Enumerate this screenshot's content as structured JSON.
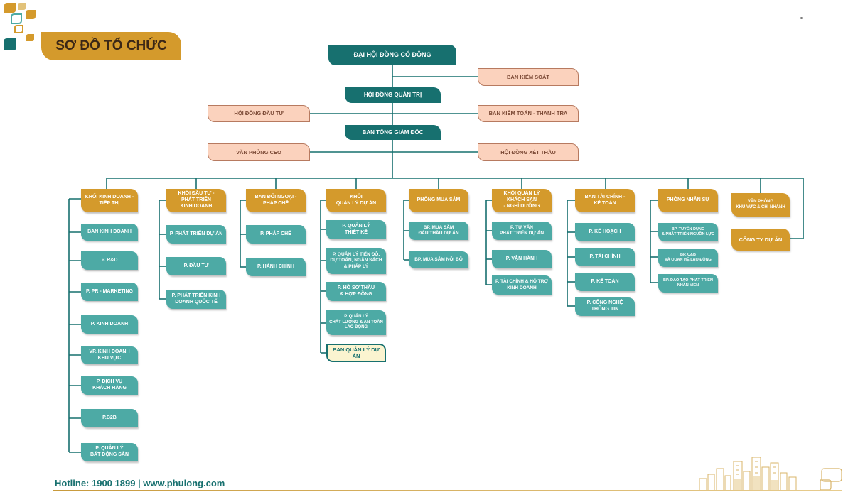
{
  "title": "SƠ ĐỒ TỔ CHỨC",
  "footer": "Hotline: 1900 1899 | www.phulong.com",
  "colors": {
    "dark_teal": "#17706f",
    "teal": "#4daaa5",
    "gold": "#d49a2c",
    "peach": "#fbd2bd",
    "cream": "#fbf4d0"
  },
  "icons": {
    "logo": "leaf-squares-logo",
    "skyline": "city-skyline-icon",
    "corner": "leaf-outline-icon"
  },
  "top": {
    "shareholders": "ĐẠI HỘI ĐỒNG CỔ ĐÔNG",
    "supervisory": "BAN KIỂM SOÁT",
    "board": "HỘI ĐỒNG QUẢN TRỊ",
    "investment_council": "HỘI ĐỒNG ĐẦU TƯ",
    "audit": "BAN KIỂM TOÁN - THANH TRA",
    "ceo_board": "BAN TỔNG GIÁM ĐỐC",
    "ceo_office": "VĂN PHÒNG CEO",
    "tender_council": "HỘI ĐỒNG XÉT THẦU"
  },
  "divisions": [
    {
      "head": "KHỐI KINH DOANH -\nTIẾP THỊ",
      "units": [
        "BAN KINH DOANH",
        "P. R&D",
        "P. PR - MARKETING",
        "P. KINH DOANH",
        "VP. KINH DOANH\nKHU VỰC",
        "P. DỊCH VỤ\nKHÁCH HÀNG",
        "P.B2B",
        "P. QUẢN LÝ\nBẤT ĐỘNG SẢN"
      ]
    },
    {
      "head": "KHỐI ĐẦU TƯ -\nPHÁT TRIỂN\nKINH DOANH",
      "units": [
        "P. PHÁT TRIỂN DỰ ÁN",
        "P. ĐẦU TƯ",
        "P. PHÁT TRIỂN KINH\nDOANH QUỐC TẾ"
      ]
    },
    {
      "head": "BAN ĐỐI NGOẠI -\nPHÁP CHẾ",
      "units": [
        "P. PHÁP CHẾ",
        "P. HÀNH CHÍNH"
      ]
    },
    {
      "head": "KHỐI\nQUẢN LÝ DỰ ÁN",
      "units": [
        "P. QUẢN LÝ\nTHIẾT KẾ",
        "P. QUẢN LÝ TIẾN ĐỘ,\nDỰ TOÁN, NGÂN SÁCH\n& PHÁP LÝ",
        "P. HỒ SƠ THẦU\n& HỢP ĐỒNG",
        "P. QUẢN LÝ\nCHẤT LƯỢNG & AN TOÀN\nLAO ĐỘNG",
        "BAN QUẢN LÝ DỰ ÁN"
      ]
    },
    {
      "head": "PHÒNG MUA SẮM",
      "units": [
        "BP. MUA SẮM\nĐẤU THẦU DỰ ÁN",
        "BP. MUA SẮM NỘI BỘ"
      ]
    },
    {
      "head": "KHỐI QUẢN LÝ\nKHÁCH SẠN\n- NGHỈ DƯỠNG",
      "units": [
        "P. TƯ VẤN\nPHÁT TRIỂN DỰ ÁN",
        "P. VẬN HÀNH",
        "P. TÀI CHÍNH & HỖ TRỢ\nKINH DOANH"
      ]
    },
    {
      "head": "BAN TÀI CHÍNH -\nKẾ TOÁN",
      "units": [
        "P. KẾ HOẠCH",
        "P. TÀI CHÍNH",
        "P. KẾ TOÁN",
        "P. CÔNG NGHỆ\nTHÔNG TIN"
      ]
    },
    {
      "head": "PHÒNG NHÂN SỰ",
      "units": [
        "BP. TUYỂN DỤNG\n& PHÁT TRIỂN NGUỒN LỰC",
        "BP. C&B\nVÀ QUAN HỆ LAO ĐỘNG",
        "BP. ĐÀO TẠO PHÁT TRIỂN\nNHÂN VIÊN"
      ]
    },
    {
      "head": "VĂN PHÒNG\nKHU VỰC & CHI NHÁNH",
      "units": [
        "CÔNG TY DỰ ÁN"
      ]
    }
  ]
}
